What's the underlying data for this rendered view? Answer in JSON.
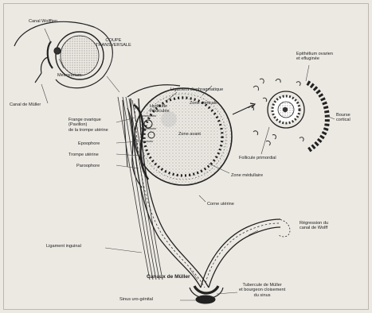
{
  "diagram": {
    "labels": {
      "canal_wolff": "Canal Wolffien",
      "coupe_transversale": "COUPE\nTRANSVERSALE",
      "mesovarium": "Mesovarium",
      "canal_muller_top": "Canal de Müller",
      "ligament_diaphragmatique": "Ligament diaphragmatique",
      "hydatide_pediculee": "Hydatide\nPédiculée",
      "zone_corticale": "Zone corticale",
      "epithelium_ovarien": "Epithélium ovarien\net efluginée",
      "frange_ovarique": "Frange ovarique\n(Pavillon)\nde la trompe utérine",
      "zone_avant": "Zone avant",
      "bourse_cortical": "Bourse\ncortical",
      "epoophore": "Epoophore",
      "trompe_uterine": "Trompe utérine",
      "paroophore": "Paroophore",
      "follicule_primordial": "Follicule primordial",
      "zone_medullaire": "Zone médullaire",
      "corne_uterine": "Corne utérine",
      "ligament_inguinal": "Ligament inguinal",
      "regression_canal_wolff": "Régression du\ncanal de Wolff",
      "canaux_muller": "Canaux de Müller",
      "tubercule_muller": "Tubercule de Müller\net bourgeon cloisement\ndu sinus",
      "sinus_uro_genital": "Sinus uro-génital"
    }
  }
}
